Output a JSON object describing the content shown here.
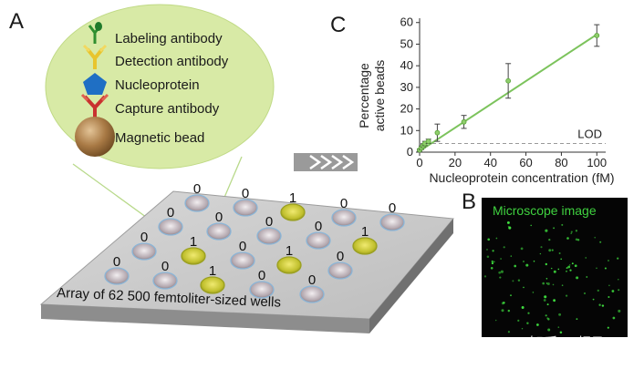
{
  "panels": {
    "a": "A",
    "b": "B",
    "c": "C"
  },
  "legend": {
    "items": [
      "Labeling antibody",
      "Detection antibody",
      "Nucleoprotein",
      "Capture antibody",
      "Magnetic bead"
    ]
  },
  "array": {
    "caption": "Array of 62 500 femtoliter-sized wells",
    "wells": [
      {
        "label": "0",
        "active": false
      },
      {
        "label": "0",
        "active": false
      },
      {
        "label": "1",
        "active": true
      },
      {
        "label": "0",
        "active": false
      },
      {
        "label": "0",
        "active": false
      },
      {
        "label": "0",
        "active": false
      },
      {
        "label": "0",
        "active": false
      },
      {
        "label": "0",
        "active": false
      },
      {
        "label": "0",
        "active": false
      },
      {
        "label": "1",
        "active": true
      },
      {
        "label": "0",
        "active": false
      },
      {
        "label": "1",
        "active": true
      },
      {
        "label": "0",
        "active": false
      },
      {
        "label": "1",
        "active": true
      },
      {
        "label": "0",
        "active": false
      },
      {
        "label": "0",
        "active": false
      },
      {
        "label": "0",
        "active": false
      },
      {
        "label": "1",
        "active": true
      },
      {
        "label": "0",
        "active": false
      },
      {
        "label": "0",
        "active": false
      }
    ]
  },
  "microscope": {
    "label": "Microscope image"
  },
  "watermark": "知乎 @枫飞",
  "colors": {
    "bubble": "#d9eba8",
    "bubble_edge": "#c5de8a",
    "active_well": "#c2cc2e",
    "line": "#7cc35c",
    "lod": "#999999"
  },
  "chart_data": {
    "type": "line",
    "xlabel": "Nucleoprotein concentration (fM)",
    "ylabel": "Percentage active beads",
    "xlim": [
      0,
      105
    ],
    "ylim": [
      0,
      62
    ],
    "xticks": [
      0,
      20,
      40,
      60,
      80,
      100
    ],
    "yticks": [
      0,
      10,
      20,
      30,
      40,
      50,
      60
    ],
    "series": [
      {
        "x": [
          0,
          1,
          2,
          3,
          5,
          10,
          25,
          50,
          100
        ],
        "y": [
          1,
          2,
          3,
          4,
          5,
          9,
          14,
          33,
          54
        ],
        "err": [
          0.5,
          0.8,
          0.8,
          1,
          1,
          4,
          3,
          8,
          5
        ]
      }
    ],
    "fit": {
      "x": [
        0,
        100
      ],
      "y": [
        0.5,
        54.5
      ]
    },
    "lod": {
      "label": "LOD",
      "y": 4
    }
  }
}
